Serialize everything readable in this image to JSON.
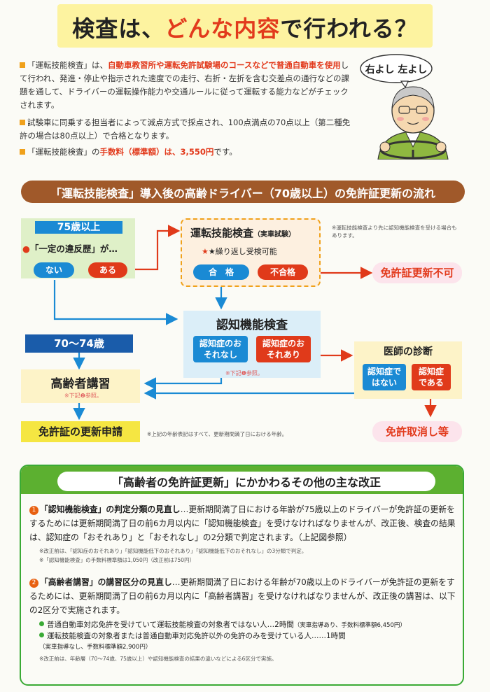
{
  "title": {
    "prefix": "検査は、",
    "highlight": "どんな内容",
    "suffix": "で行われる？"
  },
  "intro": {
    "p1_a": "「運転技能検査」は、",
    "p1_hl": "自動車教習所や運転免許試験場のコースなどで普通自動車を使用",
    "p1_b": "して行われ、発進・停止や指示された速度での走行、右折・左折を含む交差点の通行などの課題を通して、ドライバーの運転操作能力や交通ルールに従って運転する能力などがチェックされます。",
    "p2": "試験車に同乗する担当者によって減点方式で採点され、100点満点の70点以上（第二種免許の場合は80点以上）で合格となります。",
    "p3_a": "「運転技能検査」の",
    "p3_hl": "手数料（標準額）は、3,550円",
    "p3_b": "です。",
    "speech": "右よし 左よし"
  },
  "flow": {
    "header": "「運転技能検査」導入後の高齢ドライバー（70歳以上）の免許証更新の流れ",
    "age75": "75歳以上",
    "violation_question": "「一定の違反歴」が…",
    "none": "ない",
    "yes": "ある",
    "driving_test_title": "運転技能検査",
    "driving_test_sub": "（実車試験）",
    "retry": "★繰り返し受検可能",
    "pass": "合　格",
    "fail": "不合格",
    "side_note": "※運転技能検査より先に認知機能検査を受ける場合もあります。",
    "cannot_renew": "免許証更新不可",
    "cognitive_title": "認知機能検査",
    "no_dementia": "認知症のおそれなし",
    "dementia_risk": "認知症のおそれあり",
    "ref1": "※下記❶参照。",
    "age70_74": "70〜74歳",
    "doctor_title": "医師の診断",
    "not_dementia": "認知症ではない",
    "is_dementia": "認知症である",
    "lecture": "高齢者講習",
    "ref2": "※下記❷参照。",
    "renewal": "免許証の更新申請",
    "age_note": "※上記の年齢表記はすべて、更新期間満了日における年齢。",
    "revoke": "免許取消し等"
  },
  "reform": {
    "title": "「高齢者の免許証更新」にかかわるその他の主な改正",
    "item1_num": "1",
    "item1_head": "「認知機能検査」の判定分類の見直し",
    "item1_body": "…更新期間満了日における年齢が75歳以上のドライバーが免許証の更新をするためには更新期間満了日の前6カ月以内に「認知機能検査」を受けなければなりませんが、改正後、検査の結果は、認知症の「おそれあり」と「おそれなし」の2分類で判定されます。（上記図参照）",
    "item1_note1": "※改正前は、「認知症のおそれあり」「認知機能低下のおそれあり」「認知機能低下のおそれなし」の3分類で判定。",
    "item1_note2": "※「認知機能検査」の手数料標準額は1,050円（改正前は750円）",
    "item2_num": "2",
    "item2_head": "「高齢者講習」の講習区分の見直し",
    "item2_body": "…更新期間満了日における年齢が70歳以上のドライバーが免許証の更新をするためには、更新期間満了日の前6カ月以内に「高齢者講習」を受けなければなりませんが、改正後の講習は、以下の2区分で実施されます。",
    "item2_b1": "普通自動車対応免許を受けていて運転技能検査の対象者ではない人…2時間",
    "item2_b1_fee": "（実車指導あり、手数料標準額6,450円）",
    "item2_b2": "運転技能検査の対象者または普通自動車対応免許以外の免許のみを受けている人……1時間",
    "item2_b2_fee": "（実車指導なし、手数料標準額2,900円）",
    "item2_note": "※改正前は、年齢層（70〜74歳、75歳以上）や認知機能検査の結果の違いなどによる6区分で実施。"
  }
}
